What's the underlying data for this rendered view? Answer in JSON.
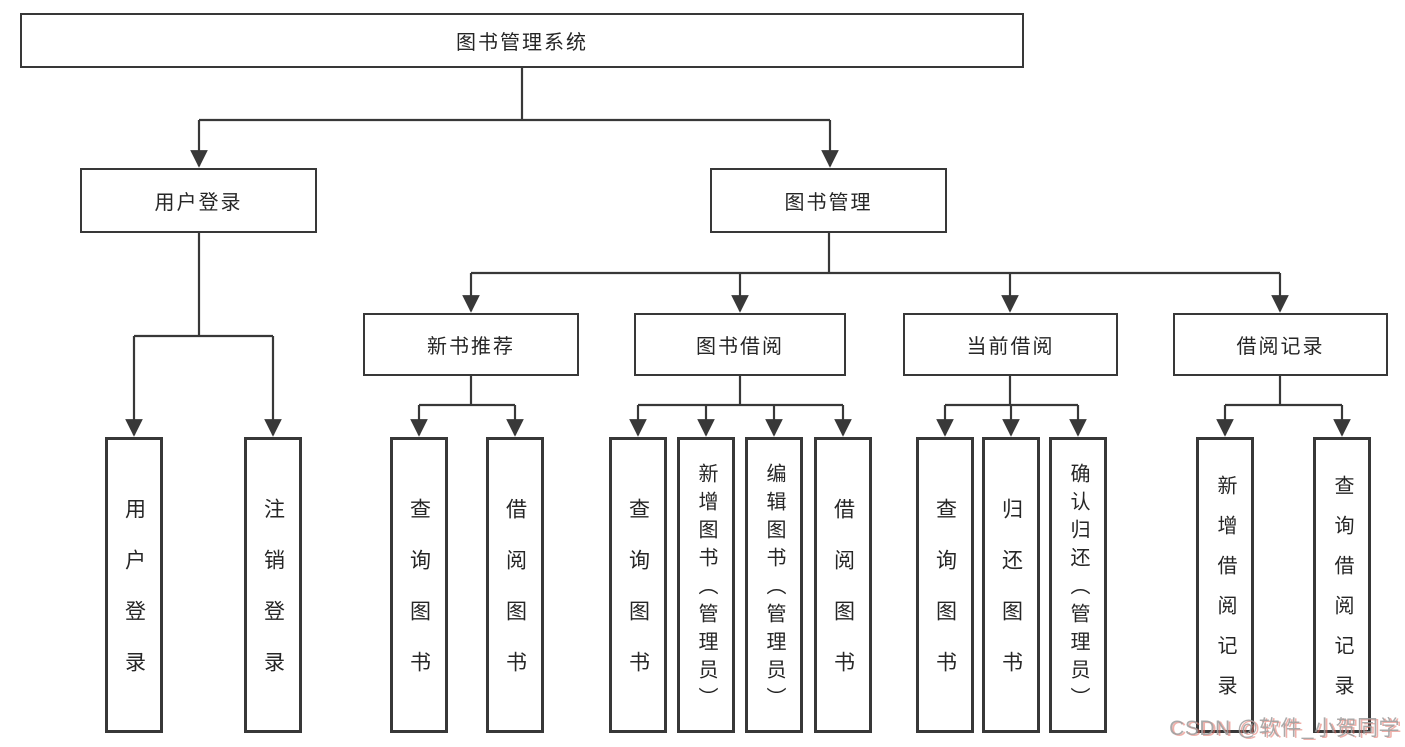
{
  "root": {
    "label": "图书管理系统"
  },
  "branches": [
    {
      "label": "用户登录",
      "children": [
        {
          "label": "用户登录"
        },
        {
          "label": "注销登录"
        }
      ]
    },
    {
      "label": "图书管理",
      "sections": [
        {
          "label": "新书推荐",
          "children": [
            {
              "label": "查询图书"
            },
            {
              "label": "借阅图书"
            }
          ]
        },
        {
          "label": "图书借阅",
          "children": [
            {
              "label": "查询图书"
            },
            {
              "label": "新增图书（管理员）"
            },
            {
              "label": "编辑图书（管理员）"
            },
            {
              "label": "借阅图书"
            }
          ]
        },
        {
          "label": "当前借阅",
          "children": [
            {
              "label": "查询图书"
            },
            {
              "label": "归还图书"
            },
            {
              "label": "确认归还（管理员）"
            }
          ]
        },
        {
          "label": "借阅记录",
          "children": [
            {
              "label": "新增借阅记录"
            },
            {
              "label": "查询借阅记录"
            }
          ]
        }
      ]
    }
  ],
  "watermark": {
    "text": "CSDN @软件_小贺同学"
  },
  "colors": {
    "line": "#383838",
    "border": "#383838",
    "text": "#262626",
    "background": "#ffffff",
    "watermark_gray": "#9e9e9e",
    "watermark_red_shadow": "#e17065"
  }
}
